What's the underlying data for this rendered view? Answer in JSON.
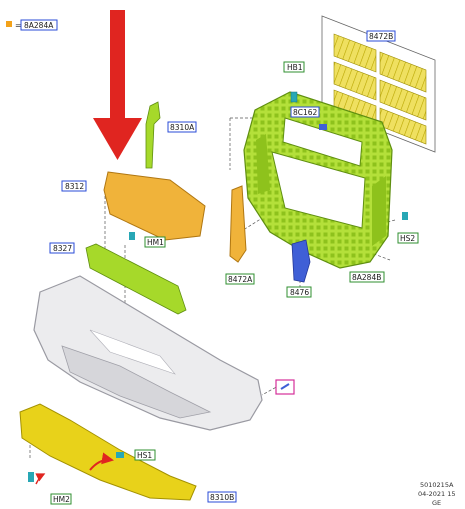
{
  "legend": {
    "symbol": "■",
    "eq": "=",
    "code": "8A284A"
  },
  "colors": {
    "yellow": "#e8d21a",
    "yellow_dark": "#a39100",
    "green": "#a6d92a",
    "green_dark": "#5f8f10",
    "orange": "#f0b33a",
    "orange_dark": "#b07712",
    "blue": "#3f5fd6",
    "teal": "#28a7b5",
    "red": "#e02520",
    "grey_bumper": "#ececee",
    "label_blue": "#2a4bd7",
    "label_green": "#2f8f2f",
    "label_magenta": "#d62f9a",
    "legend_orange": "#f3a21a"
  },
  "labels": {
    "l8472B": "8472B",
    "l8310A": "8310A",
    "lHB1": "HB1",
    "l8C162": "8C162",
    "l8312": "8312",
    "lHM1": "HM1",
    "l8327": "8327",
    "l8472A": "8472A",
    "l8476": "8476",
    "lHS2": "HS2",
    "l8A284B": "8A284B",
    "lHS1": "HS1",
    "lHM2": "HM2",
    "l8310B": "8310B"
  },
  "footer": {
    "line1": "5010215A",
    "line2": "04-2021 15",
    "line3": "GE"
  }
}
